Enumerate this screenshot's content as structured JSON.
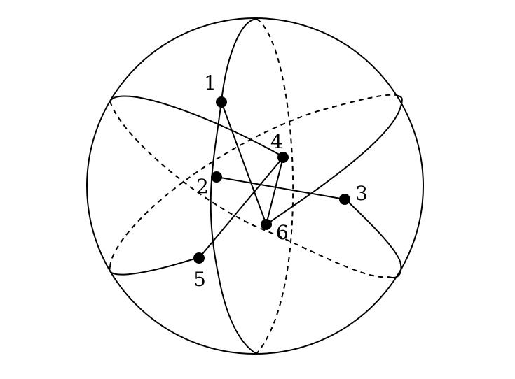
{
  "diagram": {
    "type": "sphere-with-great-circles",
    "colors": {
      "stroke": "#000000",
      "background": "#ffffff",
      "point": "#000000"
    },
    "points": [
      {
        "id": "p1",
        "label": "1"
      },
      {
        "id": "p2",
        "label": "2"
      },
      {
        "id": "p3",
        "label": "3"
      },
      {
        "id": "p4",
        "label": "4"
      },
      {
        "id": "p5",
        "label": "5"
      },
      {
        "id": "p6",
        "label": "6"
      }
    ],
    "edges": [
      [
        "1",
        "6"
      ],
      [
        "6",
        "4"
      ],
      [
        "4",
        "5"
      ],
      [
        "2",
        "3"
      ]
    ]
  }
}
